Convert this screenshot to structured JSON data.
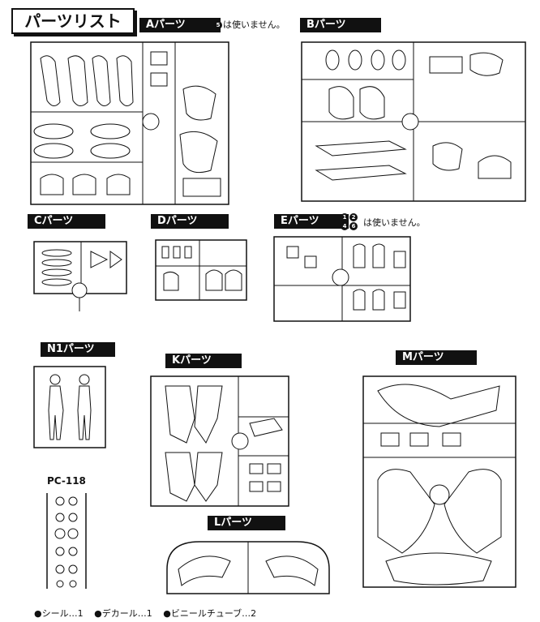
{
  "title": "パーツリスト",
  "parts": {
    "A": {
      "label": "Aパーツ",
      "note": "は使いません。",
      "unused": [
        "5"
      ]
    },
    "B": {
      "label": "Bパーツ"
    },
    "C": {
      "label": "Cパーツ"
    },
    "D": {
      "label": "Dパーツ"
    },
    "E": {
      "label": "Eパーツ",
      "note": "は使いません。",
      "unused": [
        "1",
        "2",
        "4",
        "6"
      ]
    },
    "N1": {
      "label": "N1パーツ"
    },
    "K": {
      "label": "Kパーツ"
    },
    "M": {
      "label": "Mパーツ"
    },
    "L": {
      "label": "Lパーツ"
    },
    "PC": {
      "label": "PC-118"
    }
  },
  "footer": {
    "items": [
      "●シール…1",
      "●デカール…1",
      "●ビニールチューブ…2"
    ]
  },
  "icons": {
    "number_marker": "filled-circle-number-icon",
    "sprue": "runner-frame-illustration"
  }
}
